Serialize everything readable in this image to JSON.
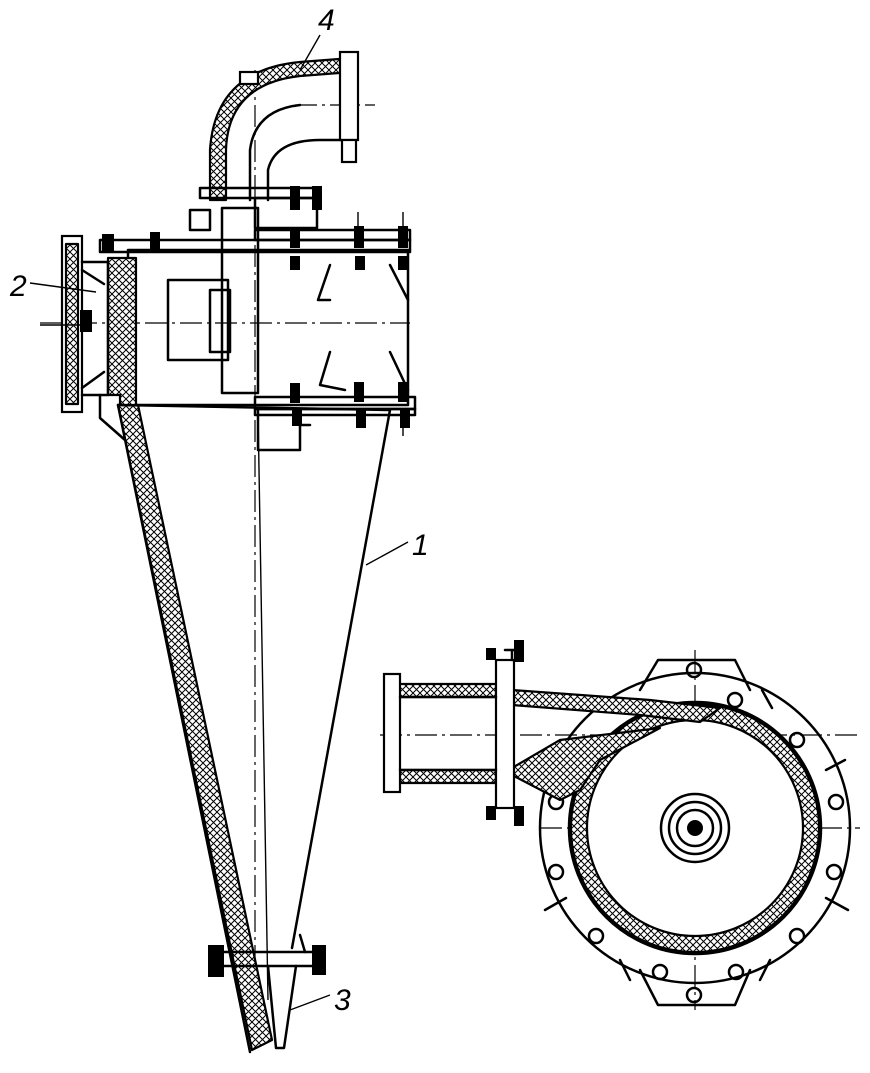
{
  "figure": {
    "callouts": [
      {
        "id": "1",
        "text": "1"
      },
      {
        "id": "2",
        "text": "2"
      },
      {
        "id": "3",
        "text": "3"
      },
      {
        "id": "4",
        "text": "4"
      }
    ]
  },
  "colors": {
    "ink": "#000000",
    "paper": "#ffffff"
  }
}
